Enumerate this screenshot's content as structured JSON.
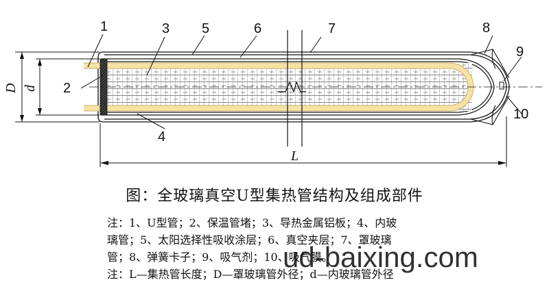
{
  "labels": {
    "n1": "1",
    "n2": "2",
    "n3": "3",
    "n4": "4",
    "n5": "5",
    "n6": "6",
    "n7": "7",
    "n8": "8",
    "n9": "9",
    "n10": "10",
    "D": "D",
    "d": "d",
    "L": "L"
  },
  "caption": "图：全玻璃真空U型集热管结构及组成部件",
  "notes": [
    "注：1、U型管；2、保温管堵；3、导热金属铝板；4、内玻",
    "璃管；5、太阳选择性吸收涂层；6、真空夹层；7、罩玻璃",
    "管；8、弹簧卡子；9、吸气剂；10、吸气膜。",
    "注：L—集热管长度；D—罩玻璃管外径；d—内玻璃管外径"
  ],
  "watermark": "ud-baixing.com",
  "colors": {
    "u_tube": "#f6e2a4",
    "u_tube_edge": "#c9b070",
    "plug": "#333333",
    "line": "#111111"
  }
}
